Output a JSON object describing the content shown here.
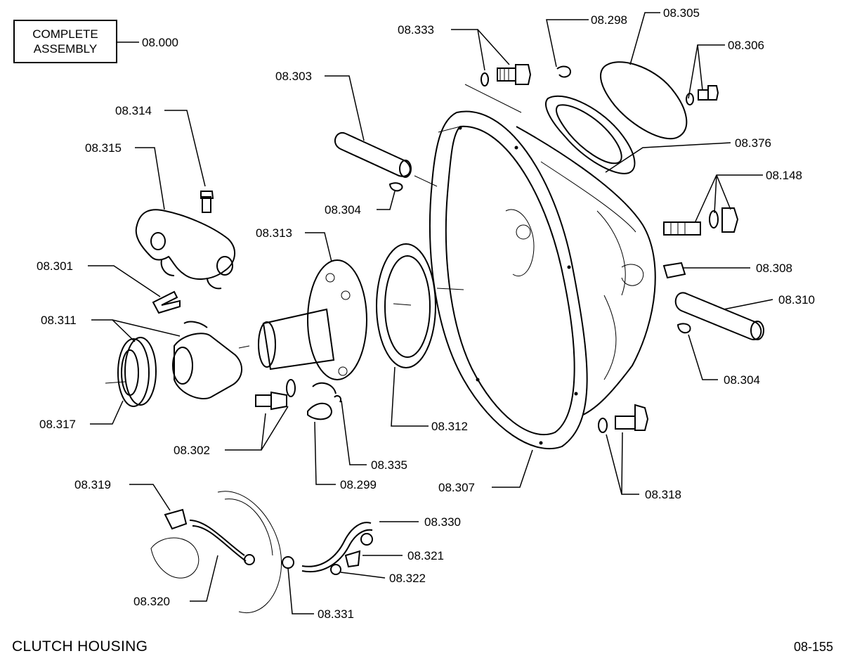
{
  "assembly": {
    "line1": "COMPLETE",
    "line2": "ASSEMBLY",
    "number": "08.000"
  },
  "footer": {
    "title": "CLUTCH HOUSING",
    "page": "08-155"
  },
  "parts": {
    "p333": "08.333",
    "p298": "08.298",
    "p305": "08.305",
    "p306": "08.306",
    "p303": "08.303",
    "p376": "08.376",
    "p314": "08.314",
    "p315": "08.315",
    "p148": "08.148",
    "p304a": "08.304",
    "p313": "08.313",
    "p308": "08.308",
    "p301": "08.301",
    "p310": "08.310",
    "p311": "08.311",
    "p304b": "08.304",
    "p317": "08.317",
    "p312": "08.312",
    "p302": "08.302",
    "p335": "08.335",
    "p299": "08.299",
    "p307": "08.307",
    "p318": "08.318",
    "p319": "08.319",
    "p330": "08.330",
    "p321": "08.321",
    "p322": "08.322",
    "p320": "08.320",
    "p331": "08.331"
  }
}
